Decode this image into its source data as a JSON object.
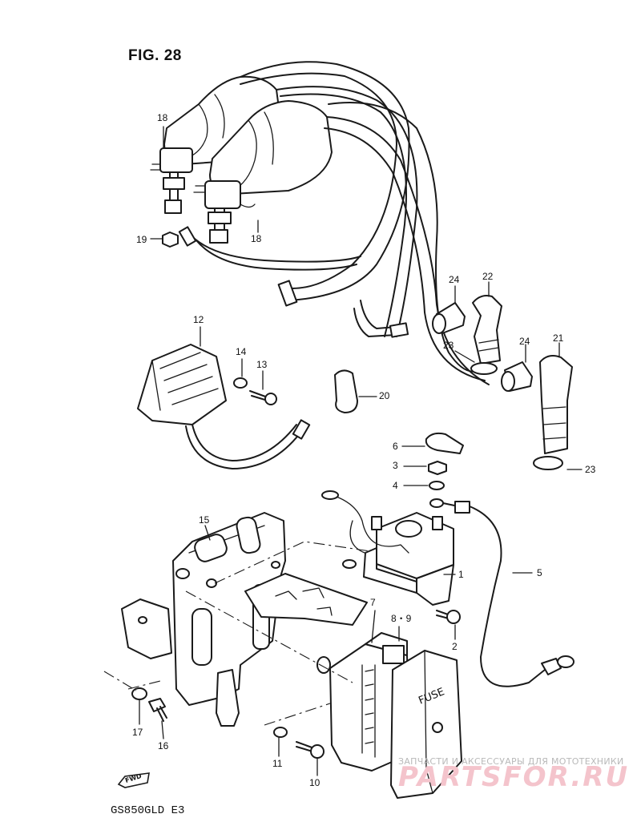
{
  "figure": {
    "title": "FIG. 28",
    "model": "GS850GLD  E3",
    "fwd_mark": "FWD"
  },
  "watermark": {
    "line1": "ЗАПЧАСТИ И АКСЕССУАРЫ ДЛЯ МОТОТЕХНИКИ",
    "line2": "PARTSFOR.RU"
  },
  "fuse_box_text": "FUSE",
  "callouts": [
    {
      "id": "c18a",
      "text": "18"
    },
    {
      "id": "c18b",
      "text": "18"
    },
    {
      "id": "c19",
      "text": "19"
    },
    {
      "id": "c12",
      "text": "12"
    },
    {
      "id": "c14",
      "text": "14"
    },
    {
      "id": "c13",
      "text": "13"
    },
    {
      "id": "c20",
      "text": "20"
    },
    {
      "id": "c24a",
      "text": "24"
    },
    {
      "id": "c22",
      "text": "22"
    },
    {
      "id": "c23a",
      "text": "23"
    },
    {
      "id": "c24b",
      "text": "24"
    },
    {
      "id": "c21",
      "text": "21"
    },
    {
      "id": "c23b",
      "text": "23"
    },
    {
      "id": "c6",
      "text": "6"
    },
    {
      "id": "c3",
      "text": "3"
    },
    {
      "id": "c4",
      "text": "4"
    },
    {
      "id": "c15",
      "text": "15"
    },
    {
      "id": "c1",
      "text": "1"
    },
    {
      "id": "c5",
      "text": "5"
    },
    {
      "id": "c7",
      "text": "7"
    },
    {
      "id": "c89",
      "text": "8・9"
    },
    {
      "id": "c2",
      "text": "2"
    },
    {
      "id": "c17",
      "text": "17"
    },
    {
      "id": "c16",
      "text": "16"
    },
    {
      "id": "c11",
      "text": "11"
    },
    {
      "id": "c10",
      "text": "10"
    }
  ]
}
